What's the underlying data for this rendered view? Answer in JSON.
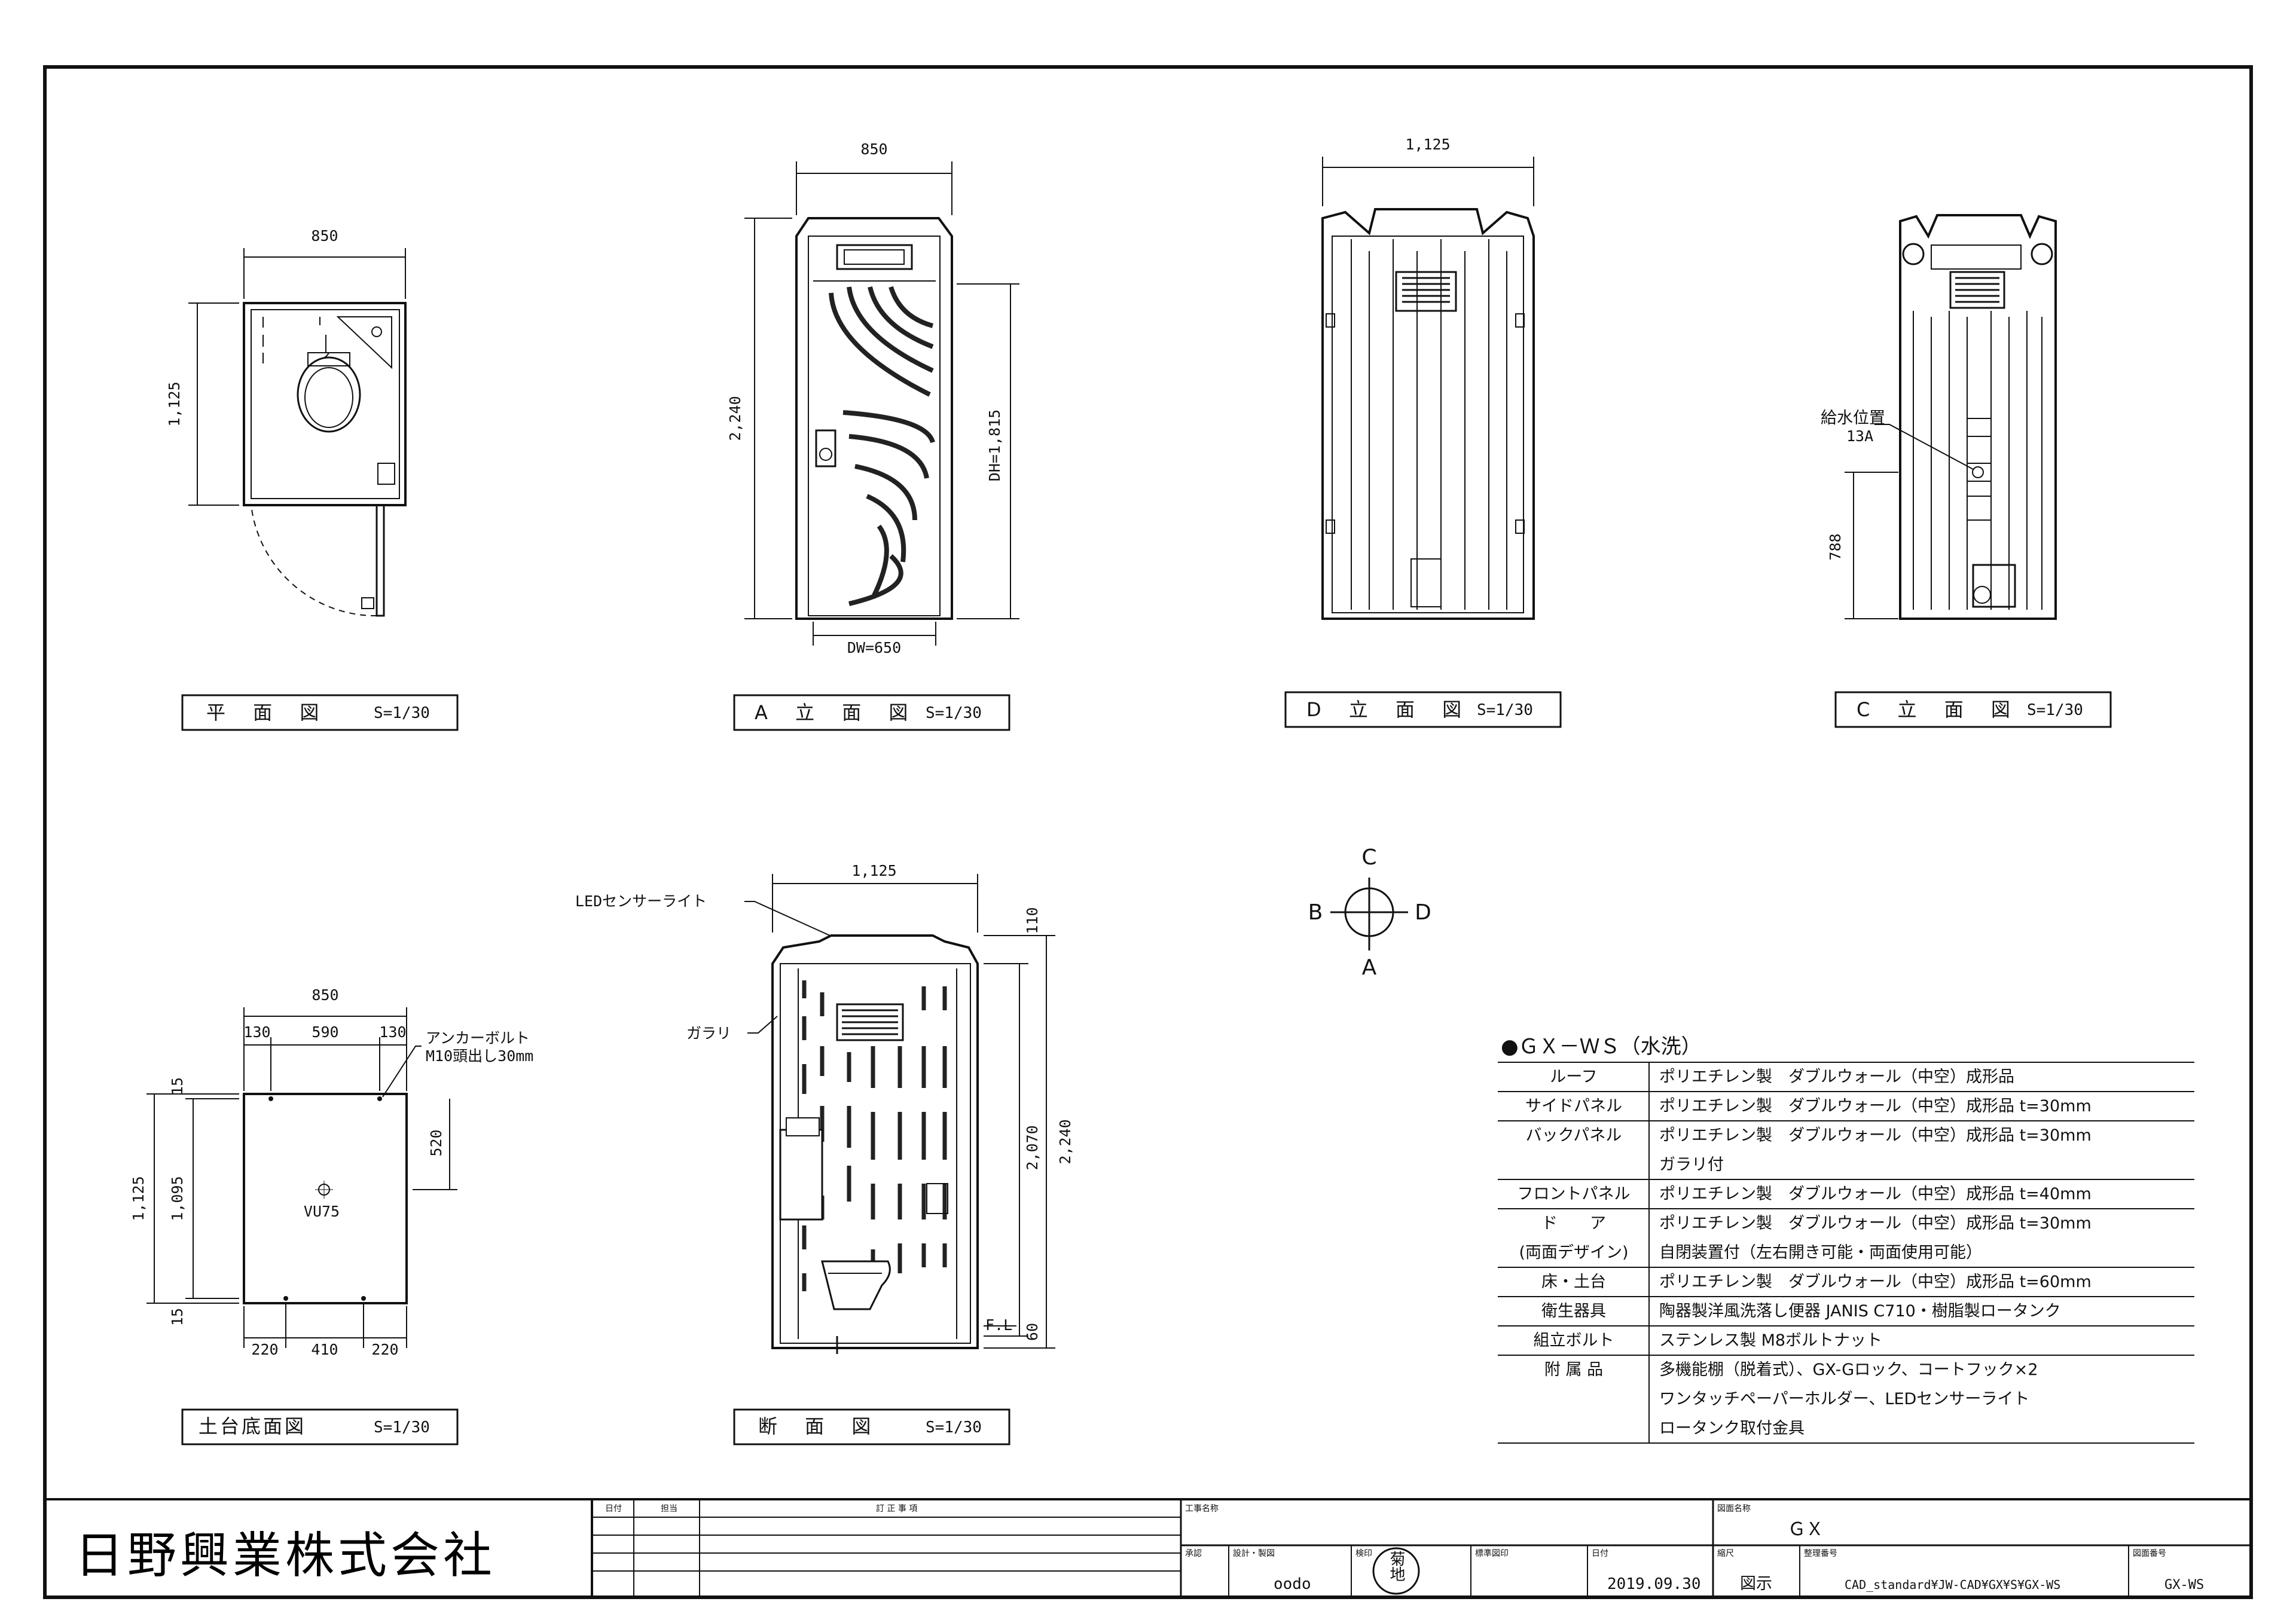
{
  "views": {
    "plan": {
      "title": "平 面 図",
      "scale": "S=1/30",
      "width": "850",
      "depth": "1,125"
    },
    "elevation_a": {
      "title": "A 立 面 図",
      "scale": "S=1/30",
      "width": "850",
      "height": "2,240",
      "door_height": "DH=1,815",
      "door_width": "DW=650"
    },
    "elevation_d": {
      "title": "D 立 面 図",
      "scale": "S=1/30",
      "width": "1,125"
    },
    "elevation_c": {
      "title": "C 立 面 図",
      "scale": "S=1/30",
      "supply_label": "給水位置",
      "supply_size": "13A",
      "supply_height": "788"
    },
    "base": {
      "title": "土台底面図",
      "scale": "S=1/30",
      "width": "850",
      "top_dims": [
        "130",
        "590",
        "130"
      ],
      "bottom_dims": [
        "220",
        "410",
        "220"
      ],
      "depth": "1,125",
      "inner_depth": "1,095",
      "edge_top": "15",
      "edge_bottom": "15",
      "offset": "520",
      "drain": "VU75",
      "anchor_bolt": "アンカーボルト",
      "anchor_spec": "M10頭出し30mm"
    },
    "section": {
      "title": "断 面 図",
      "scale": "S=1/30",
      "width": "1,125",
      "led_label": "LEDセンサーライト",
      "louver_label": "ガラリ",
      "roof_dim": "110",
      "inner_height": "2,070",
      "total_height": "2,240",
      "floor_label": "F.L",
      "floor_dim": "60"
    }
  },
  "compass": {
    "c": "C",
    "a": "A",
    "b": "B",
    "d": "D"
  },
  "spec_table": {
    "heading": "●ＧＸ－ＷＳ（水洗）",
    "rows": [
      {
        "label": "ルーフ",
        "lines": [
          "ポリエチレン製　ダブルウォール（中空）成形品"
        ]
      },
      {
        "label": "サイドパネル",
        "lines": [
          "ポリエチレン製　ダブルウォール（中空）成形品 t=30mm"
        ]
      },
      {
        "label": "バックパネル",
        "lines": [
          "ポリエチレン製　ダブルウォール（中空）成形品 t=30mm",
          "ガラリ付"
        ]
      },
      {
        "label": "フロントパネル",
        "lines": [
          "ポリエチレン製　ダブルウォール（中空）成形品 t=40mm"
        ]
      },
      {
        "label": "ド　　ア",
        "label2": "(両面デザイン)",
        "lines": [
          "ポリエチレン製　ダブルウォール（中空）成形品 t=30mm",
          "自閉装置付（左右開き可能・両面使用可能）"
        ]
      },
      {
        "label": "床・土台",
        "lines": [
          "ポリエチレン製　ダブルウォール（中空）成形品 t=60mm"
        ]
      },
      {
        "label": "衛生器具",
        "lines": [
          "陶器製洋風洗落し便器 JANIS C710・樹脂製ロータンク"
        ]
      },
      {
        "label": "組立ボルト",
        "lines": [
          "ステンレス製 M8ボルトナット"
        ]
      },
      {
        "label": "附 属 品",
        "lines": [
          "多機能棚（脱着式）、GX-Gロック、コートフック×2",
          "ワンタッチペーパーホルダー、LEDセンサーライト",
          "ロータンク取付金具"
        ]
      }
    ]
  },
  "title_block": {
    "company": "日野興業株式会社",
    "date_header": "日付",
    "person_header": "担当",
    "revision_header": "訂 正 事 項",
    "project_header": "工事名称",
    "drawing_name_header": "図面名称",
    "drawing_name": "ＧＸ",
    "design_header": "設計・製図",
    "design_value": "oodo",
    "check_header": "検印",
    "stamp": "菊地",
    "date_label": "日付",
    "date_value": "2019.09.30",
    "scale_header": "縮尺",
    "scale_value": "図示",
    "file_header": "整理番号",
    "file_value": "CAD_standard¥JW-CAD¥GX¥S¥GX-WS",
    "drawing_no_header": "図面番号",
    "drawing_no_value": "GX-WS",
    "approve_header": "承認",
    "standard_header": "標準図印"
  }
}
